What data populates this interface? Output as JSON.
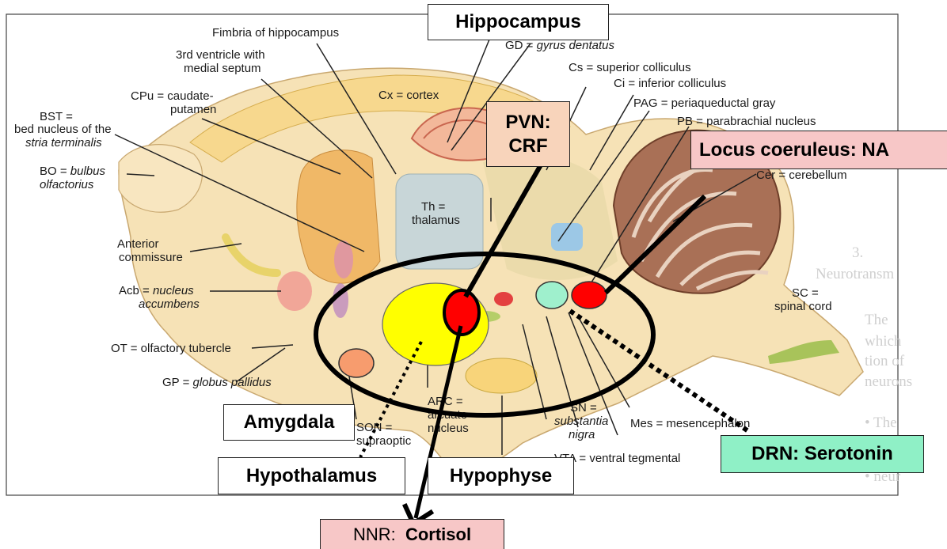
{
  "colors": {
    "box_white": "#ffffff",
    "box_peach": "#f8d4bb",
    "box_pink": "#f7c7c7",
    "box_mint": "#8ff0c6",
    "yellow_region": "#ffff00",
    "red_nucleus": "#ff0000",
    "mint_nucleus": "#9ff0cd",
    "salmon_nucleus": "#f79c6e"
  },
  "labels": {
    "fimbria": "Fimbria of hippocampus",
    "ventricle_1": "3rd ventricle with",
    "ventricle_2": "medial septum",
    "cpu_1": "CPu = caudate-",
    "cpu_2": "putamen",
    "bst_1": "BST =",
    "bst_2": "bed nucleus of the",
    "bst_3": "stria terminalis",
    "bo_1": "BO = ",
    "bo_1i": "bulbus",
    "bo_2": "olfactorius",
    "anterior_1": "Anterior",
    "anterior_2": "commissure",
    "acb_1": "Acb = ",
    "acb_1i": "nucleus",
    "acb_2": "accumbens",
    "ot": "OT = olfactory tubercle",
    "gp_1": "GP = ",
    "gp_1i": "globus pallidus",
    "cx": "Cx = cortex",
    "gd_1": "GD = ",
    "gd_1i": "gyrus dentatus",
    "cs": "Cs = superior colliculus",
    "ci": "Ci = inferior colliculus",
    "pag": "PAG = periaqueductal gray",
    "pb": "PB = parabrachial nucleus",
    "cer": "Cer = cerebellum",
    "th_1": "Th =",
    "th_2": "thalamus",
    "sc_1": "SC =",
    "sc_2": "spinal cord",
    "arc_1": "ARC =",
    "arc_2": "arcuate",
    "arc_3": "nucleus",
    "son_1": "SON =",
    "son_2": "supraoptic",
    "sn_1": "SN =",
    "sn_2": "substantia",
    "sn_3": "nigra",
    "mes": "Mes = mesencephalon",
    "vta": "VTA = ventral tegmental"
  },
  "boxes": {
    "hippocampus": "Hippocampus",
    "pvn_1": "PVN:",
    "pvn_2": "CRF",
    "locus": "Locus coeruleus: NA",
    "amygdala": "Amygdala",
    "hypothalamus": "Hypothalamus",
    "hypophyse": "Hypophyse",
    "drn": "DRN: Serotonin",
    "nnr_prefix": "NNR:  ",
    "nnr_bold": "Cortisol"
  }
}
